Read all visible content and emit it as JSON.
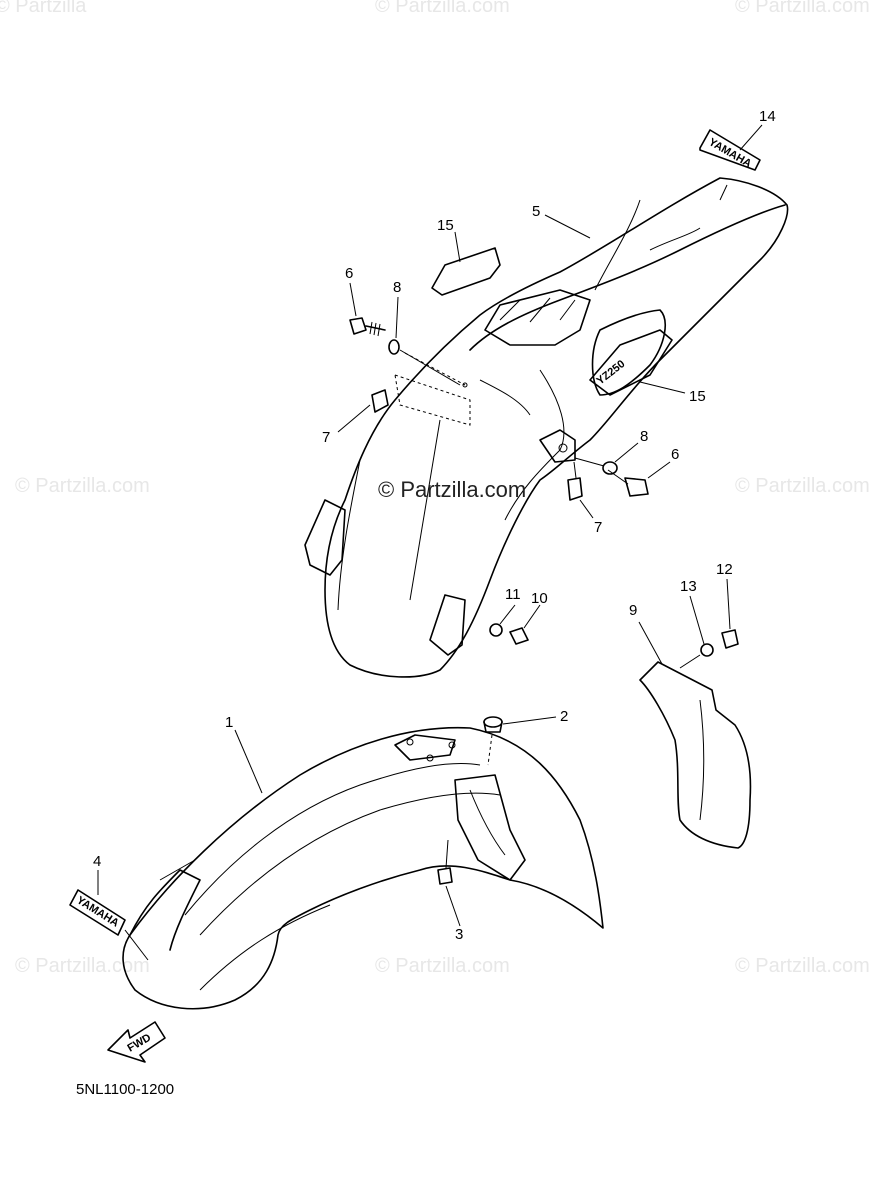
{
  "watermarks": {
    "top_left": "© Partzilla",
    "top_center": "© Partzilla.com",
    "top_right": "© Partzilla.com",
    "mid_left": "© Partzilla.com",
    "mid_right": "© Partzilla.com",
    "bottom_left": "© Partzilla.com",
    "bottom_center": "© Partzilla.com",
    "bottom_right": "© Partzilla.com",
    "center": "© Partzilla.com"
  },
  "callouts": {
    "c1": "1",
    "c2": "2",
    "c3": "3",
    "c4": "4",
    "c5": "5",
    "c6a": "6",
    "c6b": "6",
    "c7a": "7",
    "c7b": "7",
    "c8a": "8",
    "c8b": "8",
    "c9": "9",
    "c10": "10",
    "c11": "11",
    "c12": "12",
    "c13": "13",
    "c14": "14",
    "c15a": "15",
    "c15b": "15"
  },
  "decals": {
    "yamaha_front": "YAMAHA",
    "yamaha_rear": "YAMAHA",
    "yz_logo": "YZ250",
    "fwd_arrow": "FWD"
  },
  "diagram_code": "5NL1100-1200"
}
